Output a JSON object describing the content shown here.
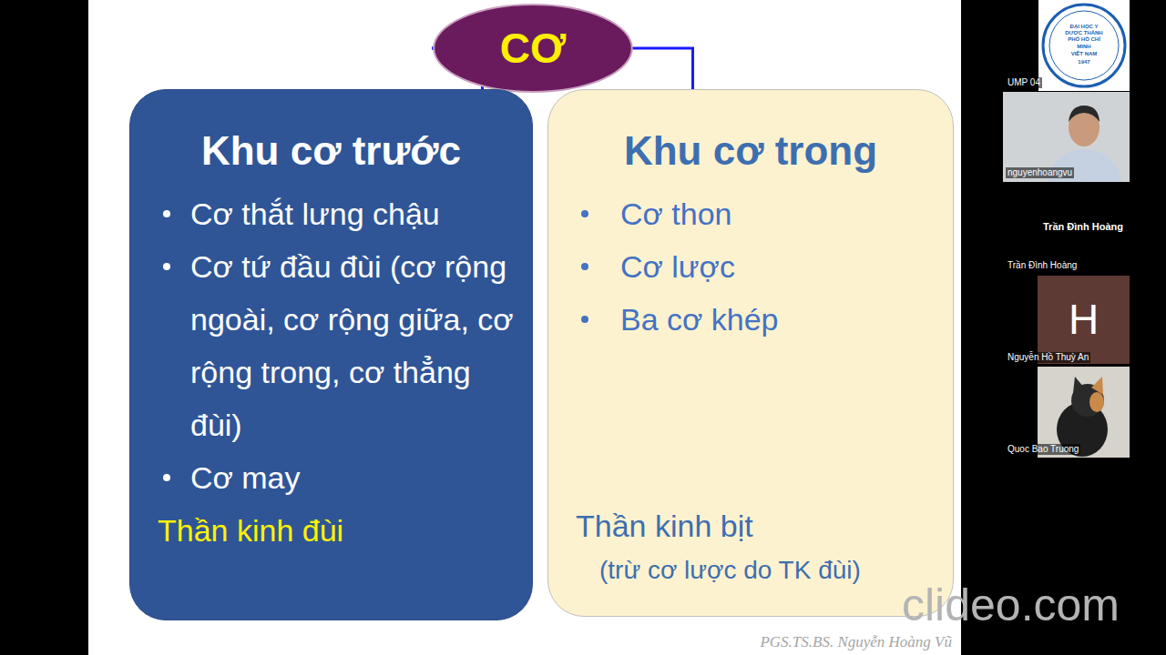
{
  "diagram": {
    "nodes": [
      {
        "text": [
          "CƠ"
        ]
      },
      {
        "text": [
          "Khu cơ trước",
          "Cơ thắt lưng chậu",
          "Cơ tứ đầu đùi (cơ rộng ngoài, cơ rộng giữa, cơ rộng trong, cơ thẳng đùi)",
          "Cơ may",
          "Thần kinh đùi"
        ]
      },
      {
        "text": [
          "Khu cơ trong",
          "Cơ thon",
          "Cơ lược",
          "Ba cơ khép",
          "Thần kinh bịt",
          "(trừ cơ lược do TK đùi)"
        ]
      }
    ],
    "edges": [
      {
        "from": 0,
        "to": 1,
        "arrow": "none"
      },
      {
        "from": 0,
        "to": 2,
        "arrow": "none"
      }
    ],
    "labels": [
      "UMP 04",
      "nguyenhoangvu",
      "Trần Đình Hoàng",
      "Trần Đình Hoàng",
      "H",
      "Nguyễn Hồ Thuỳ An",
      "Quoc Bao Truong",
      "ĐẠI HỌC Y DƯỢC THÀNH PHỐ HỒ CHÍ MINH",
      "VIỆT NAM",
      "1947",
      "PGS.TS.BS. Nguyễn Hoàng Vũ",
      "clideo.com"
    ]
  }
}
